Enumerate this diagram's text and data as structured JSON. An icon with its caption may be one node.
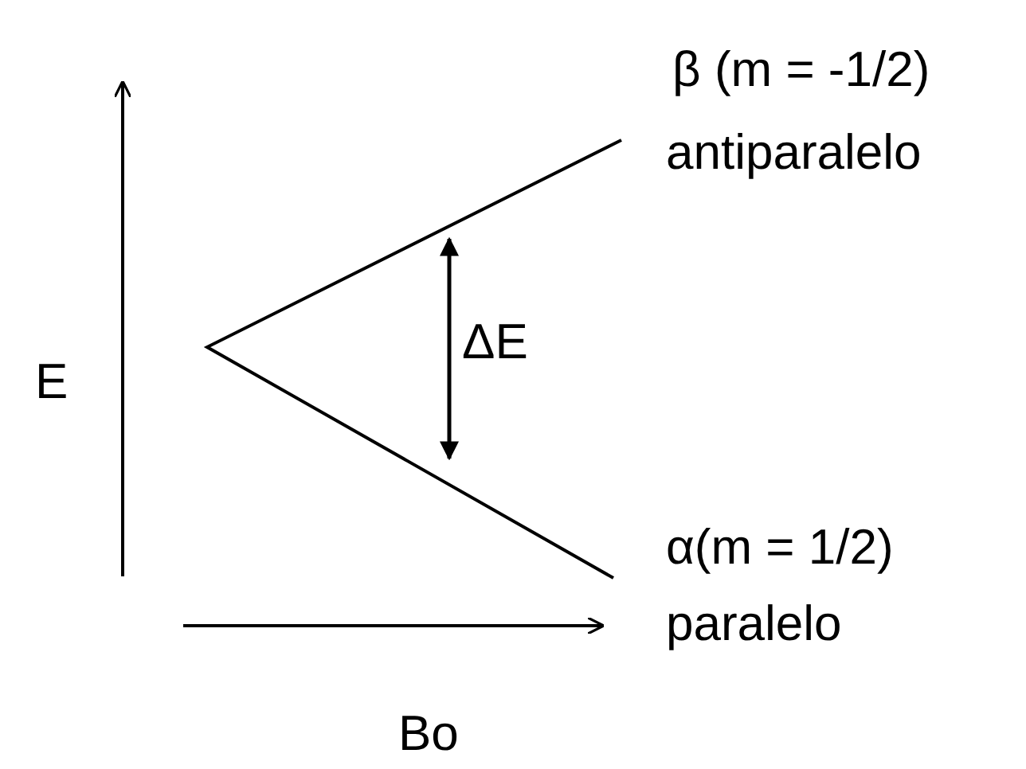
{
  "diagram": {
    "labels": [
      "β (m = -1/2)",
      "antiparalelo",
      "E",
      "ΔE",
      "α(m = 1/2)",
      "paralelo",
      "Bo"
    ]
  }
}
